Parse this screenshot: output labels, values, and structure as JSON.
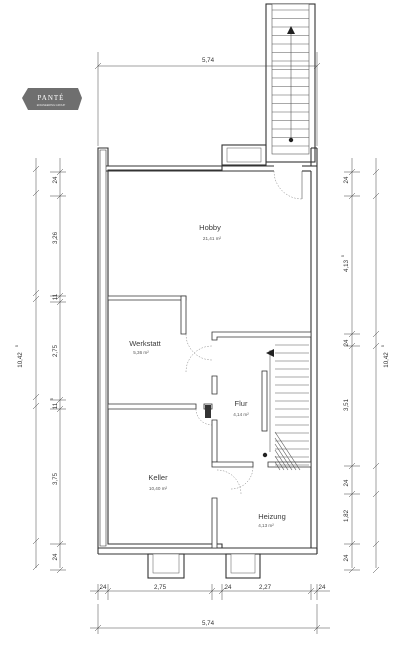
{
  "logo": {
    "brand": "PANTÉ",
    "tagline": "ENGINEERING GROUP"
  },
  "rooms": {
    "hobby": {
      "name": "Hobby",
      "area": "21,41 m²"
    },
    "werkstatt": {
      "name": "Werkstatt",
      "area": "5,36 m²"
    },
    "flur": {
      "name": "Flur",
      "area": "4,14 m²"
    },
    "keller": {
      "name": "Keller",
      "area": "10,40 m²"
    },
    "heizung": {
      "name": "Heizung",
      "area": "4,13 m²"
    }
  },
  "dimensions": {
    "top_width": "5,74",
    "bottom_width": "5,74",
    "left_total": "10,42",
    "left_total_sup": "5",
    "right_total": "10,42",
    "right_total_sup": "5",
    "left_segments": [
      "24",
      "3,26",
      "11",
      "2,75",
      "11",
      "3,75",
      "24"
    ],
    "left_seg_sup": "5",
    "right_segments": [
      "24",
      "4,13",
      "24",
      "3,51",
      "24",
      "1,82",
      "24"
    ],
    "right_seg_sup": "5",
    "bottom_segments": [
      "24",
      "2,75",
      "24",
      "2,27",
      "24"
    ]
  },
  "colors": {
    "wall": "#333333",
    "logo_bg": "#6f6f6f",
    "text": "#3a3a3a"
  }
}
